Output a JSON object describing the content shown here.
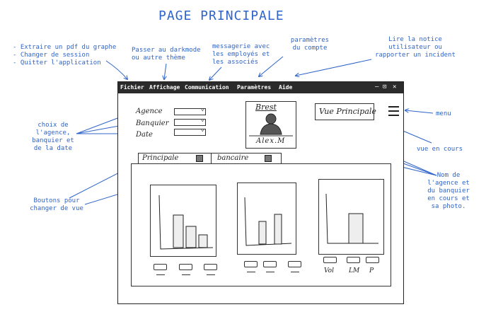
{
  "title": "PAGE PRINCIPALE",
  "annotations": {
    "fichier": "- Extraire un pdf du graphe\n- Changer de session\n- Quitter l'application",
    "affichage": "Passer au darkmode\nou autre thème",
    "communication": "messagerie avec\nles employés et\nles associés",
    "parametres": "paramètres\ndu compte",
    "aide": "Lire la notice\nutilisateur ou\nrapporter un incident",
    "choix": "choix de\nl'agence,\nbanquier et\nde la date",
    "menu": "menu",
    "vue_en_cours": "vue en cours",
    "nom_agence": "Nom de\nl'agence et\ndu banquier\nen cours et\nsa photo.",
    "boutons": "Boutons pour\nchanger de vue"
  },
  "window": {
    "menu": [
      "Fichier",
      "Affichage",
      "Communication",
      "Paramètres",
      "Aide"
    ],
    "controls": [
      "–",
      "⊡",
      "✕"
    ],
    "selectors": [
      "Agence",
      "Banquier",
      "Date"
    ],
    "agency_name": "Brest",
    "banker_name": "Alex.M",
    "view_label": "Vue Principale",
    "tabs": [
      "Principale",
      "bancaire"
    ],
    "chart_footer_labels": [
      "Vol",
      "LM",
      "P"
    ]
  },
  "colors": {
    "annotation": "#2f64c8",
    "menubar": "#2b2b2b",
    "ink": "#222222"
  },
  "icons": [
    "hamburger-menu-icon",
    "person-photo-icon",
    "tab-icon"
  ]
}
